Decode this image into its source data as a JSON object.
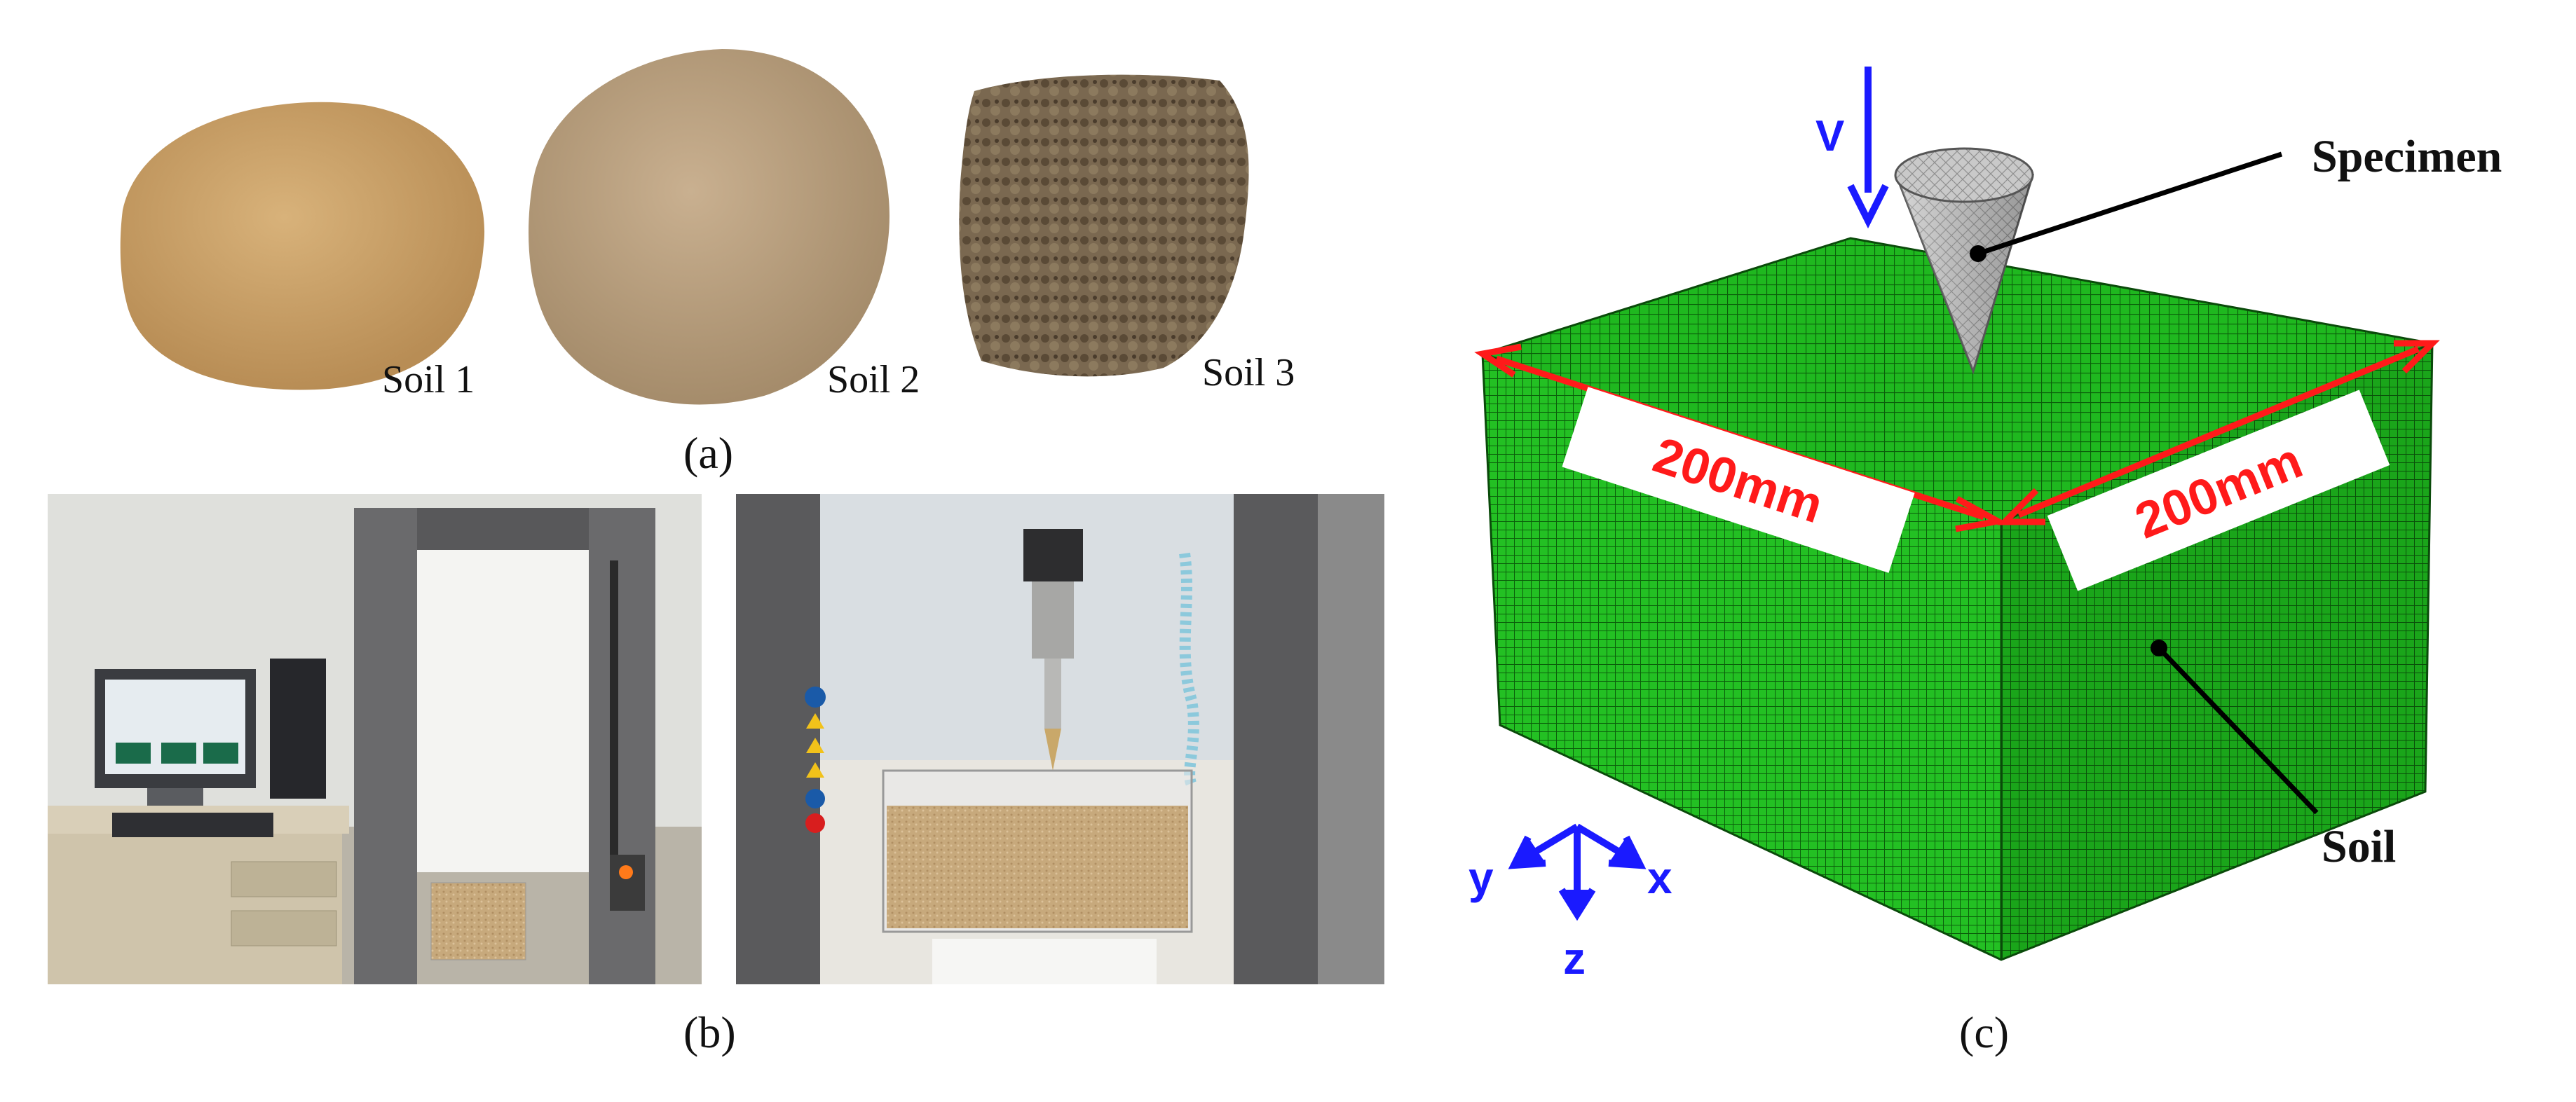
{
  "panel_a": {
    "caption": "(a)",
    "soils": [
      {
        "label": "Soil 1",
        "color": "#c9a068"
      },
      {
        "label": "Soil 2",
        "color": "#b79e7e"
      },
      {
        "label": "Soil 3",
        "color": "#6b5a44"
      }
    ]
  },
  "panel_b": {
    "caption": "(b)"
  },
  "panel_c": {
    "caption": "(c)",
    "specimen_label": "Specimen",
    "soil_label": "Soil",
    "velocity_label": "V",
    "dim_left": "200mm",
    "dim_right": "200mm",
    "axes": {
      "y": "y",
      "x": "x",
      "z": "z"
    },
    "colors": {
      "mesh": "#1fb81f",
      "arrow": "#ff1a1a",
      "axis": "#1a1aff",
      "specimen": "#c8c8c8"
    }
  }
}
